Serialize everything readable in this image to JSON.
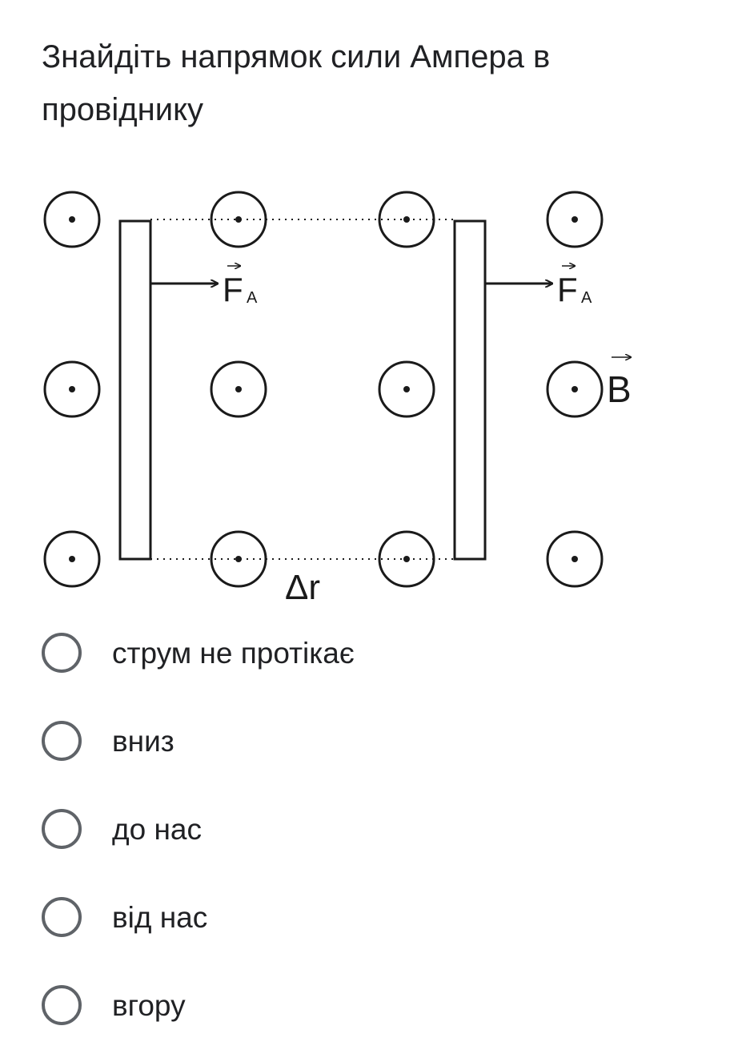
{
  "question": {
    "title": "Знайдіть напрямок сили Ампера в провіднику"
  },
  "figure": {
    "labels": {
      "force_left": "F",
      "force_left_sub": "A",
      "force_right": "F",
      "force_right_sub": "A",
      "field": "B",
      "delta": "Δr"
    },
    "field_symbol": "dot-in-circle-icon",
    "field_direction": "out of page"
  },
  "options": [
    {
      "label": "струм не протікає"
    },
    {
      "label": "вниз"
    },
    {
      "label": "до нас"
    },
    {
      "label": "від нас"
    },
    {
      "label": "вгору"
    }
  ],
  "colors": {
    "text": "#202124",
    "radio_border": "#5f6368",
    "figure_stroke": "#1a1a1a"
  }
}
